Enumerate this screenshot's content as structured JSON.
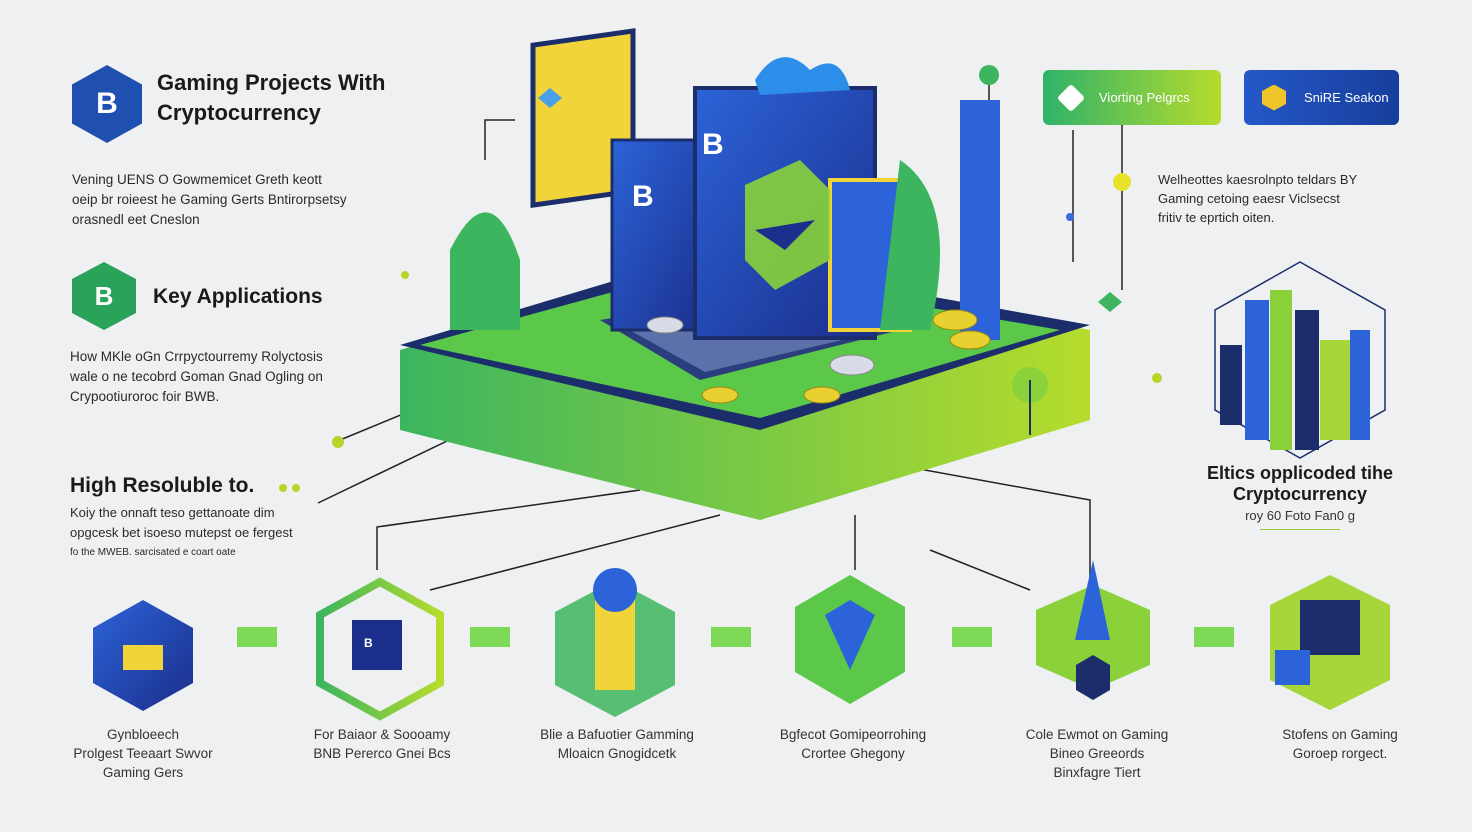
{
  "header": {
    "logo_letter": "B",
    "title_line1": "Gaming Projects With",
    "title_line2": "Cryptocurrency"
  },
  "intro": {
    "lines": [
      "Vening UENS O Gowmemicet Greth keott",
      "oeip br roieest he Gaming Gerts Bntirorpsetsy",
      "orasnedl eet Cneslon"
    ]
  },
  "key_applications": {
    "logo_letter": "B",
    "title": "Key Applications",
    "lines": [
      "How MKle oGn Crrpyctourremy Rolyctosis",
      "wale o ne tecobrd Goman Gnad Ogling on",
      "Crypootiuroroc foir BWB."
    ]
  },
  "high_resolution": {
    "title": "High Resoluble to.",
    "lines": [
      "Koiy the onnaft teso gettanoate dim",
      "opgcesk bet isoeso mutepst oe fergest",
      "fo the MWEB. sarcisated e coart oate"
    ]
  },
  "top_buttons": [
    {
      "label": "Viorting Pelgrcs",
      "color": "#4cc46a"
    },
    {
      "label": "SniRE Seakon",
      "color": "#1f4fb0"
    }
  ],
  "right_note": {
    "lines": [
      "Welheottes kaesrolnpto teldars BY",
      "Gaming cetoing eaesr Viclsecst",
      "fritiv te eprtich oiten."
    ]
  },
  "right_block": {
    "title_line1": "Eltics opplicoded tihe",
    "title_line2": "Cryptocurrency",
    "subtitle": "roy 60 Foto Fan0 g"
  },
  "center_letters": [
    "B",
    "B"
  ],
  "bottom_items": [
    {
      "lines": [
        "Gynbloeech",
        "Prolgest Teeaart Swvor",
        "Gaming Gers"
      ]
    },
    {
      "lines": [
        "For Baiaor & Soooamy",
        "BNB Pererco Gnei Bcs"
      ],
      "badge": "B"
    },
    {
      "lines": [
        "Blie a Bafuotier Gamming",
        "Mloaicn Gnogidcetk"
      ]
    },
    {
      "lines": [
        "Bgfecot Gomipeorrohing",
        "Crortee Ghegony"
      ]
    },
    {
      "lines": [
        "Cole Ewmot on Gaming",
        "Bineo Greeords",
        "Binxfagre Tiert"
      ]
    },
    {
      "lines": [
        "Stofens on Gaming",
        "Goroep rorgect."
      ]
    }
  ],
  "colors": {
    "blue": "#1f4fb0",
    "green": "#3cb55e",
    "lime": "#a6d63a",
    "navy": "#1b2e6b",
    "yellow": "#f0d43a"
  }
}
